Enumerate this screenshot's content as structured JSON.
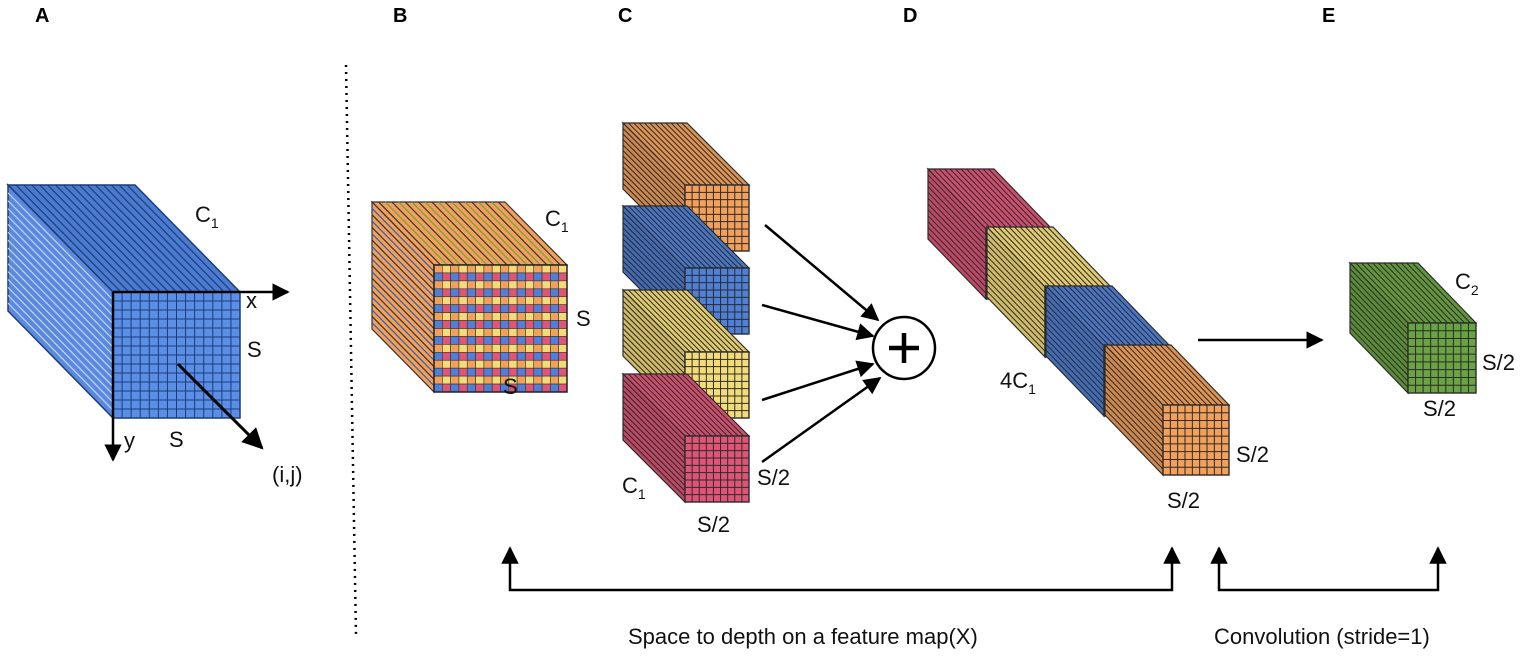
{
  "panels": {
    "a": "A",
    "b": "B",
    "c": "C",
    "d": "D",
    "e": "E"
  },
  "panel_a": {
    "channels": "C",
    "channels_sub": "1",
    "x_axis": "x",
    "y_axis": "y",
    "height": "S",
    "width": "S",
    "point": "(i,j)"
  },
  "panel_b": {
    "channels": "C",
    "channels_sub": "1",
    "height": "S",
    "width": "S"
  },
  "panel_c": {
    "plus": "+",
    "channels": "C",
    "channels_sub": "1",
    "height": "S/2",
    "width": "S/2"
  },
  "panel_d": {
    "channels": "4C",
    "channels_sub": "1",
    "height": "S/2",
    "width": "S/2"
  },
  "panel_e": {
    "channels": "C",
    "channels_sub": "2",
    "height": "S/2",
    "width": "S/2"
  },
  "captions": {
    "space_to_depth": "Space to depth on a feature map(X)",
    "convolution": "Convolution  (stride=1)"
  },
  "colors": {
    "blue": "#4f7fd6",
    "orange": "#f2a05a",
    "yellow": "#f3dc78",
    "pink": "#e05577",
    "green": "#6aa341",
    "grid_line": "#2b2b2b"
  }
}
